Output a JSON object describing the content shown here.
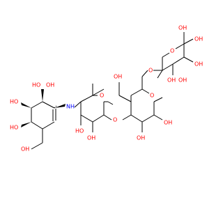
{
  "structure": {
    "colors": {
      "bond": "#000000",
      "oxygen": "#ff0000",
      "nitrogen": "#0000ff"
    },
    "atom_labels": {
      "ho_top_1": "HO",
      "ho_top_2": "OH",
      "ho_left_1": "HO",
      "ho_left_2": "HO",
      "ho_bottom": "OH",
      "nh": "N",
      "nh_h": "H",
      "ring_o_2": "O",
      "ho_mid_1": "HO",
      "oh_mid_2": "OH",
      "link_o_1": "O",
      "oh_ch2_top": "OH",
      "ring_o_3": "O",
      "oh_3a": "OH",
      "oh_3b": "OH",
      "link_o_2": "O",
      "ring_o_4": "O",
      "oh_4_top": "OH",
      "oh_4_a": "OH",
      "oh_4_b": "OH",
      "oh_4_c": "OH",
      "oh_4_d": "OH"
    }
  }
}
